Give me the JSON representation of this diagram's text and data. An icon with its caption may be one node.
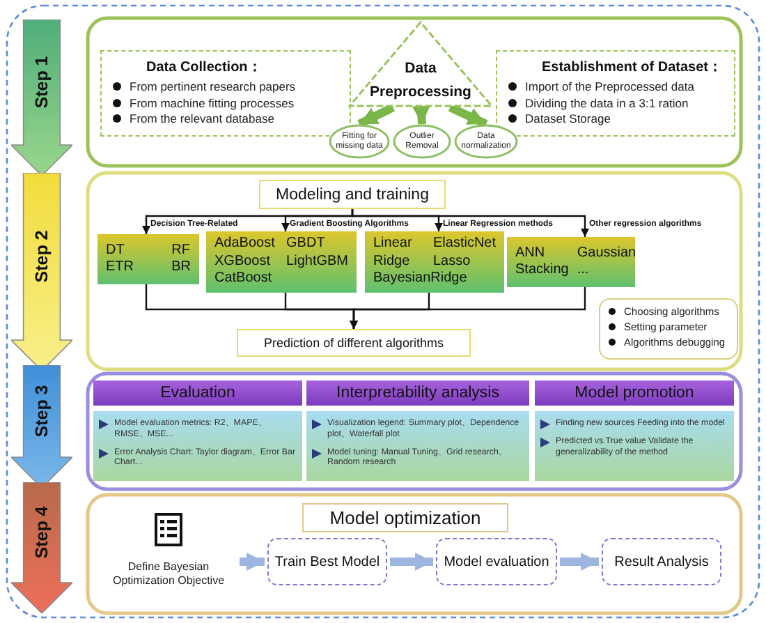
{
  "diagram": {
    "nodes": [
      {
        "text": [
          "Step 1"
        ]
      },
      {
        "text": [
          "Step 2"
        ]
      },
      {
        "text": [
          "Step 3"
        ]
      },
      {
        "text": [
          "Step 4"
        ]
      },
      {
        "text": [
          "Data Collection：",
          "From pertinent research papers",
          "From machine fitting processes",
          "From the relevant database"
        ]
      },
      {
        "text": [
          "Data Preprocessing"
        ]
      },
      {
        "text": [
          "Establishment of Dataset：",
          "Import of the Preprocessed data",
          "Dividing the data in a 3:1 ration",
          "Dataset Storage"
        ]
      },
      {
        "text": [
          "Fitting for missing data"
        ]
      },
      {
        "text": [
          "Outlier Removal"
        ]
      },
      {
        "text": [
          "Data normalization"
        ]
      },
      {
        "text": [
          "Modeling and training"
        ]
      },
      {
        "text": [
          "DT",
          "RF",
          "ETR",
          "BR"
        ],
        "beside": [
          "Decision Tree-Related"
        ]
      },
      {
        "text": [
          "AdaBoost",
          "GBDT",
          "XGBoost",
          "LightGBM",
          "CatBoost"
        ],
        "beside": [
          "Gradient Boosting Algorithms"
        ]
      },
      {
        "text": [
          "Linear",
          "ElasticNet",
          "Ridge",
          "Lasso",
          "BayesianRidge"
        ],
        "beside": [
          "Linear Regression methods"
        ]
      },
      {
        "text": [
          "ANN",
          "Gaussian",
          "Stacking",
          "..."
        ],
        "beside": [
          "Other regression algorithms"
        ]
      },
      {
        "text": [
          "Prediction of different algorithms"
        ]
      },
      {
        "text": [
          "Choosing algorithms",
          "Setting parameter",
          "Algorithms debugging"
        ]
      },
      {
        "text": [
          "Evaluation",
          "Model evaluation metrics: R2、MAPE、RMSE、MSE...",
          "Error Analysis Chart: Taylor diagram、Error Bar Chart..."
        ]
      },
      {
        "text": [
          "Interpretability analysis",
          "Visualization legend: Summary plot、Dependence plot、Waterfall plot",
          "Model tuning: Manual Tuning、Grid research、Random research"
        ]
      },
      {
        "text": [
          "Model promotion",
          "Finding new sources Feeding into the model",
          "Predicted vs.True value Validate the generalizability of the method"
        ]
      },
      {
        "text": [
          "Model optimization"
        ]
      },
      {
        "text": [
          "Define Bayesian Optimization Objective"
        ]
      },
      {
        "text": [
          "Train Best Model"
        ]
      },
      {
        "text": [
          "Model evaluation"
        ]
      },
      {
        "text": [
          "Result Analysis"
        ]
      }
    ],
    "edges": [
      {
        "from": 5,
        "to": 7,
        "arrow": "to",
        "style": "thick",
        "color": "#7ab648"
      },
      {
        "from": 5,
        "to": 8,
        "arrow": "to",
        "style": "thick",
        "color": "#7ab648"
      },
      {
        "from": 5,
        "to": 9,
        "arrow": "to",
        "style": "thick",
        "color": "#7ab648"
      },
      {
        "from": 10,
        "to": 11,
        "arrow": "to"
      },
      {
        "from": 10,
        "to": 12,
        "arrow": "to"
      },
      {
        "from": 10,
        "to": 13,
        "arrow": "to"
      },
      {
        "from": 10,
        "to": 14,
        "arrow": "to"
      },
      {
        "from": 11,
        "to": 15,
        "arrow": "to"
      },
      {
        "from": 12,
        "to": 15,
        "arrow": "to"
      },
      {
        "from": 13,
        "to": 15,
        "arrow": "to"
      },
      {
        "from": 14,
        "to": 15,
        "arrow": "to"
      },
      {
        "from": 21,
        "to": 22,
        "arrow": "to",
        "style": "thick",
        "color": "#9db6e0"
      },
      {
        "from": 22,
        "to": 23,
        "arrow": "to",
        "style": "thick",
        "color": "#9db6e0"
      },
      {
        "from": 23,
        "to": 24,
        "arrow": "to",
        "style": "thick",
        "color": "#9db6e0"
      }
    ]
  }
}
